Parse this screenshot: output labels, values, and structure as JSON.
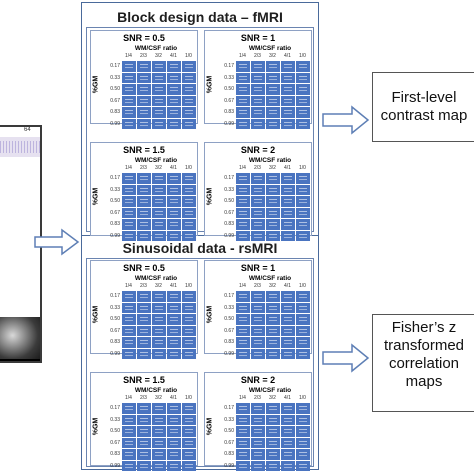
{
  "left_image": {
    "tick_label": "64"
  },
  "sections": [
    {
      "title": "Block design data – fMRI",
      "panels": [
        {
          "snr": "SNR = 0.5"
        },
        {
          "snr": "SNR = 1"
        },
        {
          "snr": "SNR = 1.5"
        },
        {
          "snr": "SNR = 2"
        }
      ]
    },
    {
      "title": "Sinusoidal data - rsMRI",
      "panels": [
        {
          "snr": "SNR = 0.5"
        },
        {
          "snr": "SNR = 1"
        },
        {
          "snr": "SNR = 1.5"
        },
        {
          "snr": "SNR = 2"
        }
      ]
    }
  ],
  "grid_labels": {
    "wm_title": "WM/CSF ratio",
    "gm_title": "%GM",
    "columns": [
      "1/4",
      "2/3",
      "3/2",
      "4/1",
      "1/0"
    ],
    "rows": [
      "0.17",
      "0.33",
      "0.50",
      "0.67",
      "0.83",
      "0.99"
    ]
  },
  "outputs": {
    "top": [
      "First-level",
      "contrast map"
    ],
    "bottom": [
      "Fisher’s z",
      "transformed",
      "correlation",
      "maps"
    ]
  },
  "colors": {
    "cell": "#4a74c0",
    "frame": "#4a6a9b"
  }
}
